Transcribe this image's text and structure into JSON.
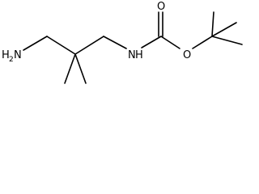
{
  "molecule": {
    "atoms": {
      "amine": {
        "element": "H",
        "subscript": "2",
        "suffix": "N"
      },
      "carbamate_nitrogen": {
        "element": "N",
        "hydrogen": "H"
      },
      "carbonyl_oxygen": {
        "element": "O"
      },
      "ester_oxygen": {
        "element": "O"
      }
    }
  }
}
